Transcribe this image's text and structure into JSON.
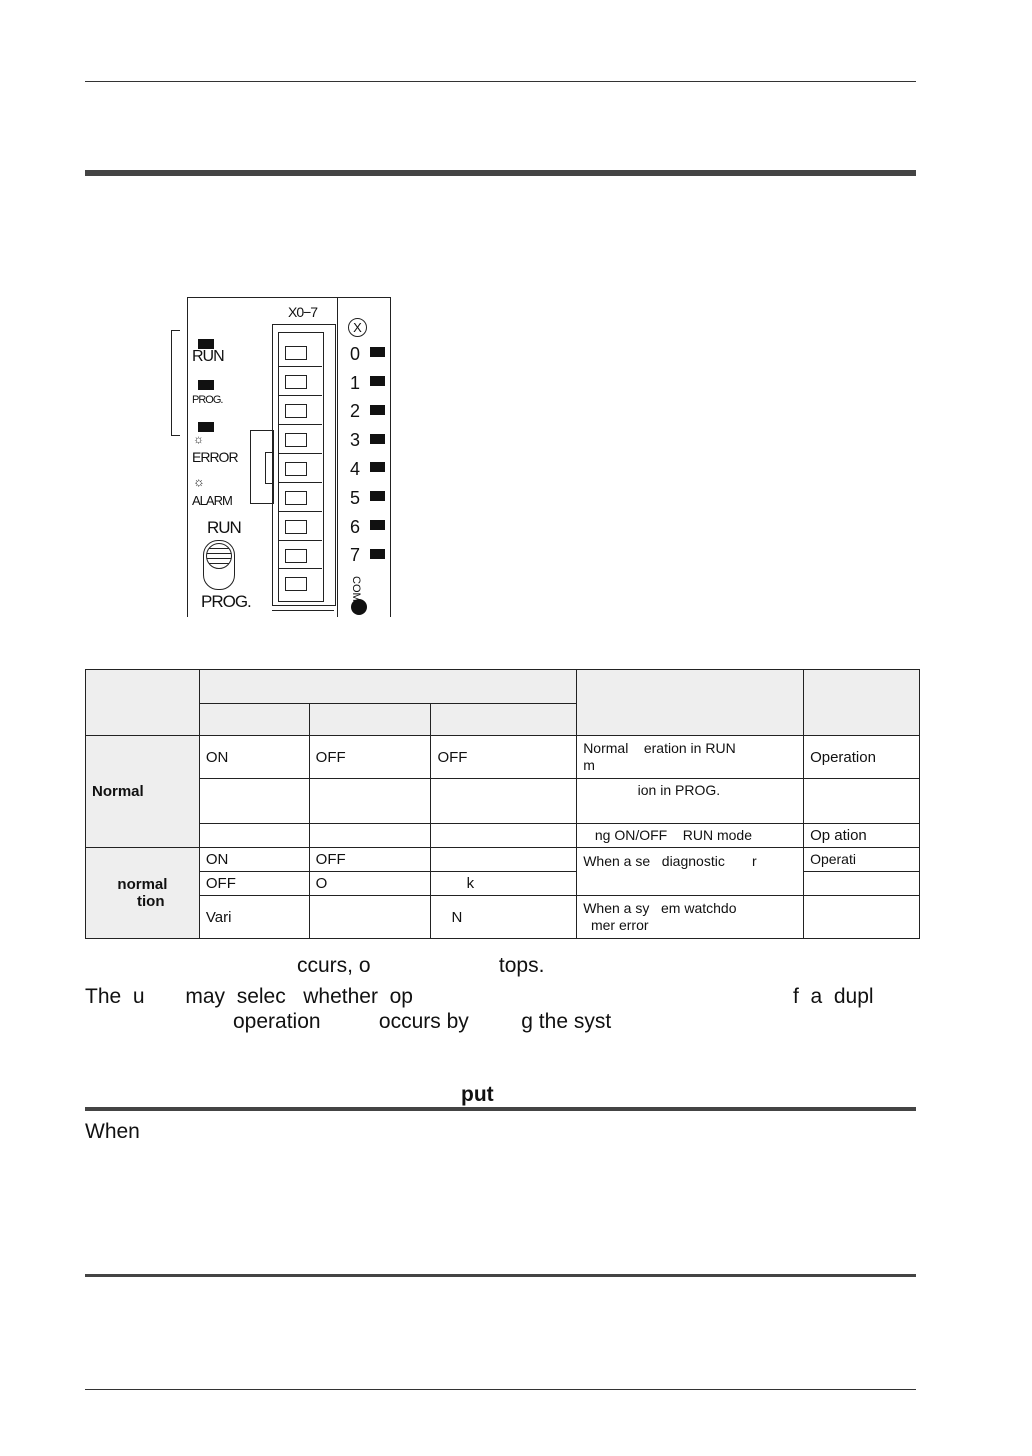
{
  "panel": {
    "terminal_header": "X0−7",
    "x_symbol": "X",
    "status_leds": [
      "RUN",
      "PROG.",
      "ERROR",
      "ALARM"
    ],
    "switch_labels": {
      "top": "RUN",
      "bottom": "PROG."
    },
    "input_numbers": [
      "0",
      "1",
      "2",
      "3",
      "4",
      "5",
      "6",
      "7"
    ],
    "com_label": "COM"
  },
  "table": {
    "rows": [
      {
        "c1": "ON",
        "c2": "OFF",
        "c3": "OFF",
        "desc": "Normal    eration in RUN\nm",
        "op": "Operation"
      },
      {
        "c1": "",
        "c2": "",
        "c3": "",
        "desc": "              ion in PROG.",
        "op": ""
      },
      {
        "c1": "",
        "c2": "",
        "c3": "",
        "desc": "   ng ON/OFF    RUN mode",
        "op": "Op   ation"
      },
      {
        "c1": "ON",
        "c2": "OFF",
        "c3": "",
        "desc": "When a se   diagnostic       r",
        "op": "Operati"
      },
      {
        "c1": "OFF",
        "c2": "O",
        "c3": "       k",
        "desc": "",
        "op": ""
      },
      {
        "c1": "Vari",
        "c2": "",
        "c3": "N",
        "desc": "When a sy   em watchdo\n  mer error",
        "op": ""
      }
    ],
    "group1_label": "Normal",
    "group2_label": "normal\n    tion"
  },
  "paragraphs": {
    "line1": "ccurs, o                      tops.",
    "line2a": "The  u       may  selec   whether  op",
    "line2b": "f  a  dupl",
    "line3": "operation          occurs by         g the syst"
  },
  "section": {
    "heading_fragment": "put",
    "body_fragment": "When"
  }
}
